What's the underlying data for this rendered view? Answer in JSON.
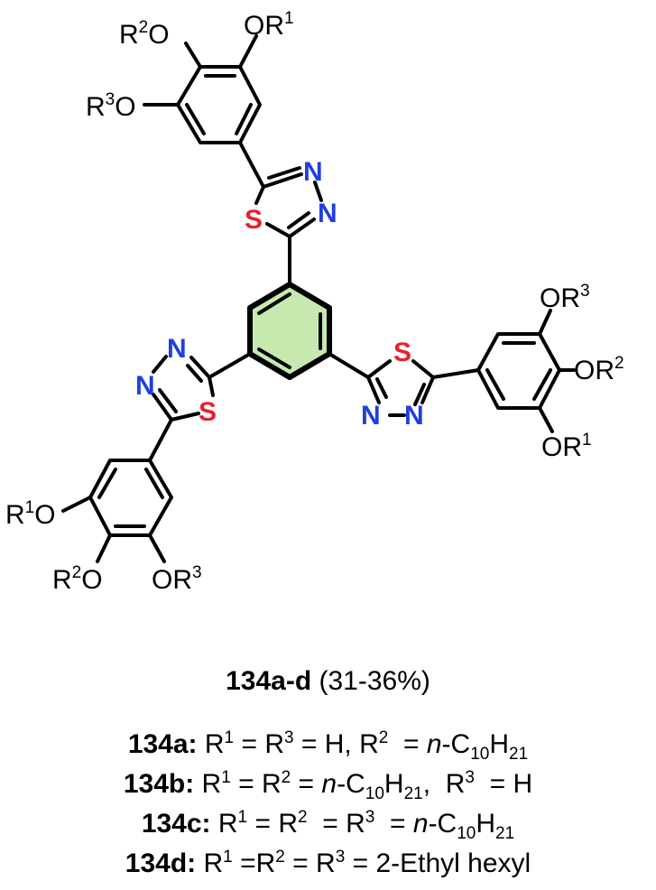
{
  "compound_label": "134a-d",
  "yield": "(31-36%)",
  "atoms": {
    "nitrogen": "N",
    "sulfur": "S",
    "r1o": "R1O",
    "r2o": "R2O",
    "r3o": "R3O",
    "or1": "OR1",
    "or2": "OR2",
    "or3": "OR3"
  },
  "colors": {
    "nitrogen": "#1f3fe0",
    "sulfur": "#e8212b",
    "core_fill": "#c7e9b0"
  },
  "variants": [
    {
      "id": "134a:",
      "text": "R1 = R3 = H, R2 = n-C10H21"
    },
    {
      "id": "134b:",
      "text": "R1 = R2 = n-C10H21, R3 = H"
    },
    {
      "id": "134c:",
      "text": "R1 = R2 = R3 = n-C10H21"
    },
    {
      "id": "134d:",
      "text": "R1 =R2 = R3 = 2-Ethyl hexyl"
    }
  ]
}
